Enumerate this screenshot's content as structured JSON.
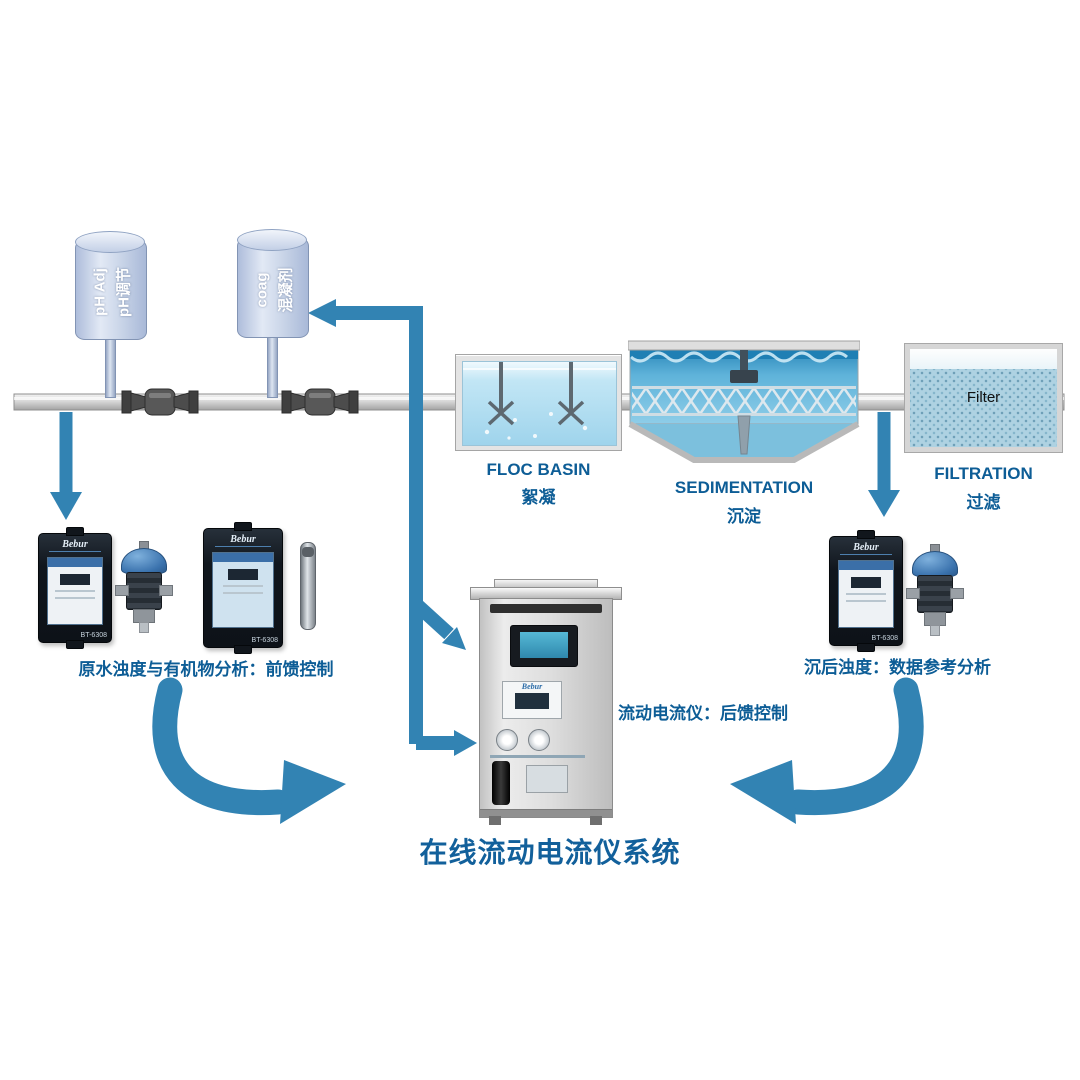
{
  "title": "在线流动电流仪系统",
  "dosing_tanks": [
    {
      "name_en": "pH Adj",
      "name_zh": "pH调节"
    },
    {
      "name_en": "coag",
      "name_zh": "混凝剂"
    }
  ],
  "stages": [
    {
      "en": "FLOC BASIN",
      "zh": "絮凝"
    },
    {
      "en": "SEDIMENTATION",
      "zh": "沉淀"
    },
    {
      "en": "FILTRATION",
      "zh": "过滤"
    }
  ],
  "filter_label": "Filter",
  "analyzer": {
    "brand": "Bebur",
    "model": "BT-6308"
  },
  "captions": {
    "left": "原水浊度与有机物分析：前馈控制",
    "center": "流动电流仪：后馈控制",
    "right": "沉后浊度：数据参考分析"
  },
  "colors": {
    "arrow": "#3283b3",
    "label_blue": "#0d5d96",
    "title_blue": "#12609b"
  }
}
